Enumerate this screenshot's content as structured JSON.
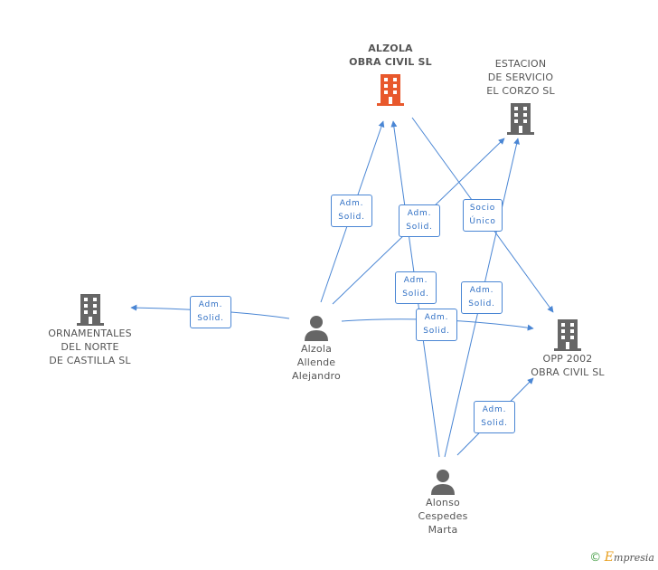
{
  "nodes": {
    "alzola_obra_civil": {
      "lines": [
        "ALZOLA",
        "OBRA CIVIL SL"
      ],
      "kind": "company",
      "color": "#e8582c"
    },
    "estacion_servicio": {
      "lines": [
        "ESTACION",
        "DE SERVICIO",
        "EL CORZO SL"
      ],
      "kind": "company",
      "color": "#666666"
    },
    "ornamentales": {
      "lines": [
        "ORNAMENTALES",
        "DEL NORTE",
        "DE CASTILLA SL"
      ],
      "kind": "company",
      "color": "#666666"
    },
    "opp2002": {
      "lines": [
        "OPP 2002",
        "OBRA CIVIL SL"
      ],
      "kind": "company",
      "color": "#666666"
    },
    "alzola_allende": {
      "lines": [
        "Alzola",
        "Allende",
        "Alejandro"
      ],
      "kind": "person",
      "color": "#666666"
    },
    "alonso_cespedes": {
      "lines": [
        "Alonso",
        "Cespedes",
        "Marta"
      ],
      "kind": "person",
      "color": "#666666"
    }
  },
  "roles": {
    "r1": [
      "Adm.",
      "Solid."
    ],
    "r2": [
      "Adm.",
      "Solid."
    ],
    "r3": [
      "Socio",
      "Único"
    ],
    "r4": [
      "Adm.",
      "Solid."
    ],
    "r5": [
      "Adm.",
      "Solid."
    ],
    "r6": [
      "Adm.",
      "Solid."
    ],
    "r7": [
      "Adm.",
      "Solid."
    ],
    "r8": [
      "Adm.",
      "Solid."
    ]
  },
  "footer": {
    "copyright": "©",
    "brand_initial": "E",
    "brand_rest": "mpresia"
  },
  "colors": {
    "edge": "#4a86d4",
    "company": "#666666",
    "highlight": "#e8582c"
  }
}
